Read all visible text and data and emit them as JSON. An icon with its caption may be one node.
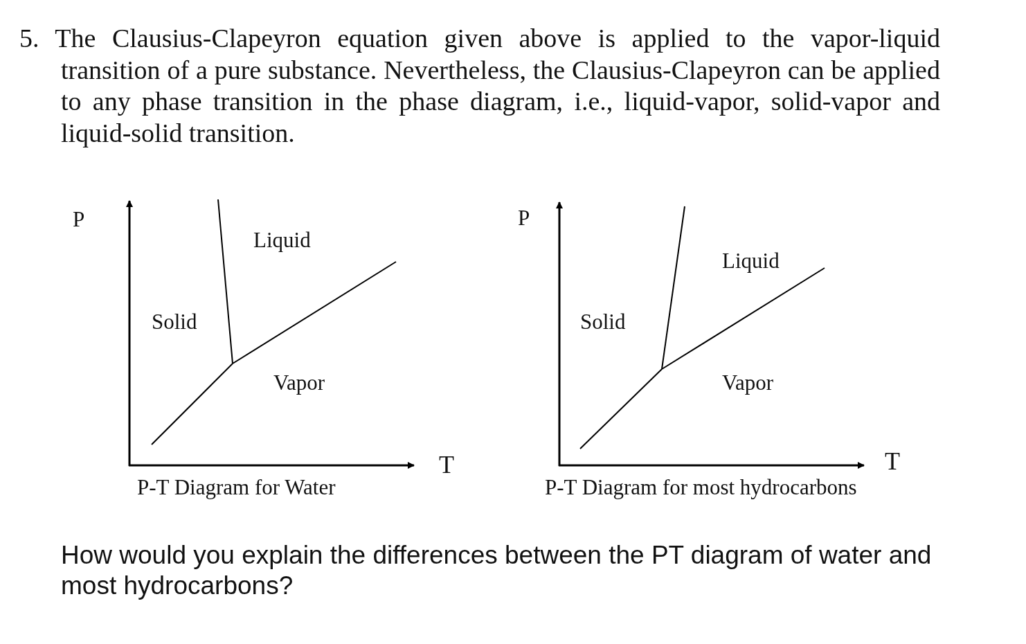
{
  "diagram": {
    "labels": [
      "5. The Clausius-Clapeyron equation given above is applied to the vapor-liquid transition of a pure substance. Nevertheless, the Clausius-Clapeyron can be applied to any phase transition in the phase diagram, i.e., liquid-vapor, solid-vapor and liquid-solid transition.",
      "P",
      "Liquid",
      "Solid",
      "Vapor",
      "T",
      "P-T Diagram for Water",
      "P",
      "Liquid",
      "Solid",
      "Vapor",
      "T",
      "P-T Diagram for most hydrocarbons",
      "How would you explain the differences between the PT diagram of water and most hydrocarbons?"
    ]
  }
}
